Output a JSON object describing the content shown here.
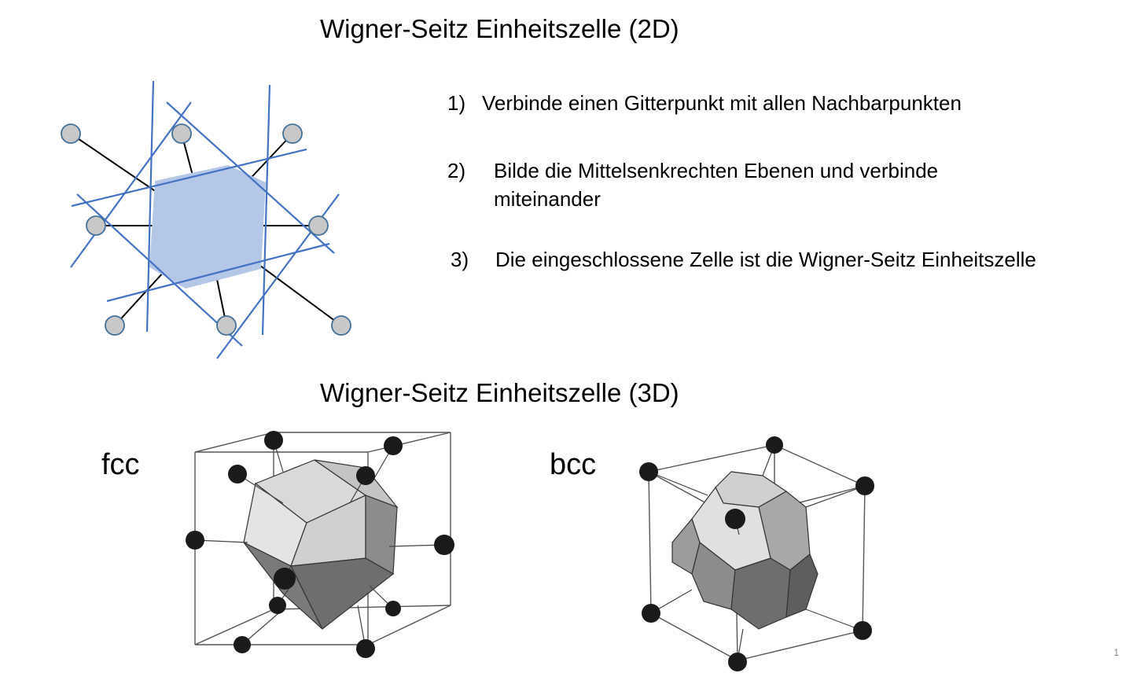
{
  "titles": {
    "two_d": "Wigner-Seitz Einheitszelle (2D)",
    "three_d": "Wigner-Seitz Einheitszelle (3D)"
  },
  "steps": [
    {
      "number": "1)",
      "text": "Verbinde einen Gitterpunkt mit allen Nachbarpunkten"
    },
    {
      "number": "2)",
      "text": "Bilde die Mittelsenkrechten Ebenen und verbinde miteinander"
    },
    {
      "number": "3)",
      "text": "Die eingeschlossene Zelle ist die Wigner-Seitz Einheitszelle"
    }
  ],
  "lattices": {
    "fcc": "fcc",
    "bcc": "bcc"
  },
  "page_number": "1",
  "colors": {
    "cell_fill": "#b4c7e7",
    "bisector_line": "#4472c4",
    "lattice_point_fill": "#c8c8c8",
    "lattice_point_stroke": "#41719c",
    "atom": "#1a1a1a"
  }
}
